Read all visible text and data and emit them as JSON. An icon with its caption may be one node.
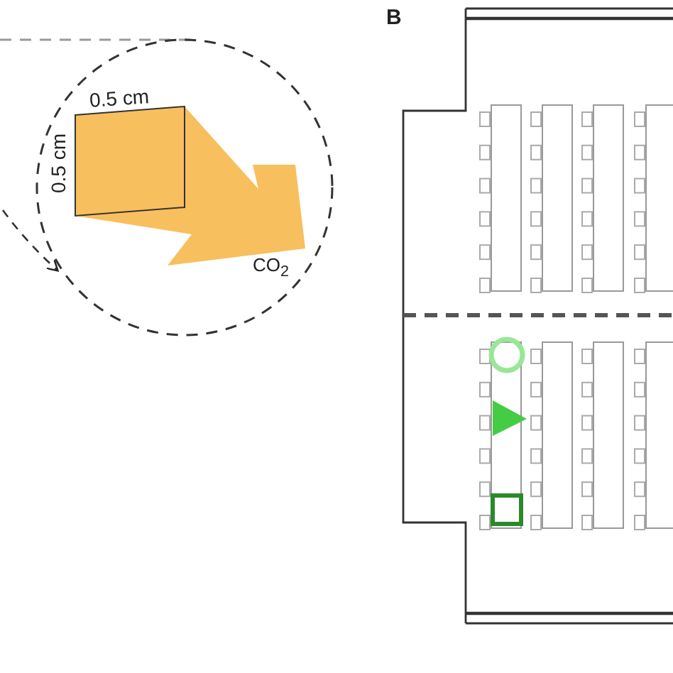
{
  "diagram": {
    "labels": [
      "0.5 cm",
      "0.5 cm",
      "CO$_{2}$",
      "B"
    ]
  }
}
